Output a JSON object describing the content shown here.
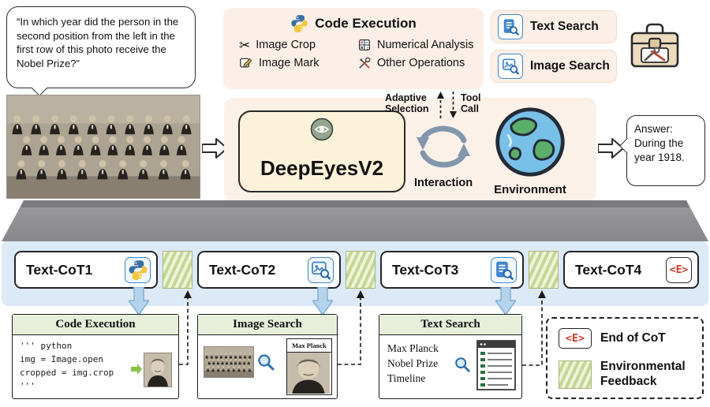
{
  "question": {
    "text": "“In which year did the person in the second position from the left in the first row of this photo receive the Nobel Prize?”"
  },
  "tools": {
    "code_execution_title": "Code Execution",
    "image_crop": "Image Crop",
    "numerical_analysis": "Numerical Analysis",
    "image_mark": "Image Mark",
    "other_operations": "Other Operations",
    "text_search": "Text Search",
    "image_search": "Image Search"
  },
  "core": {
    "model": "DeepEyesV2",
    "adaptive_selection": "Adaptive Selection",
    "tool_call": "Tool Call",
    "interaction": "Interaction",
    "environment": "Environment"
  },
  "answer": {
    "text": "Answer: During the year 1918."
  },
  "trajectory": [
    {
      "label": "Text-CoT1"
    },
    {
      "label": "Text-CoT2"
    },
    {
      "label": "Text-CoT3"
    },
    {
      "label": "Text-CoT4",
      "end_symbol": "<E>"
    }
  ],
  "panels": {
    "code_execution": {
      "title": "Code Execution",
      "code": [
        "''' python",
        "img = Image.open",
        "cropped = img.crop",
        "'''"
      ]
    },
    "image_search": {
      "title": "Image Search",
      "result_title": "Max Planck"
    },
    "text_search": {
      "title": "Text Search",
      "query": [
        "Max Planck",
        "Nobel Prize",
        "Timeline"
      ]
    }
  },
  "legend": {
    "end_symbol": "<E>",
    "end_label": "End of CoT",
    "feedback_label": "Environmental Feedback"
  },
  "colors": {
    "panel_pink": "#fcefe7",
    "band_blue": "#dce9f6",
    "model_cream": "#fbf2d9",
    "accent_blue": "#3f86cc",
    "end_red": "#cf3b2a",
    "hatch_green": "#c6d694"
  }
}
